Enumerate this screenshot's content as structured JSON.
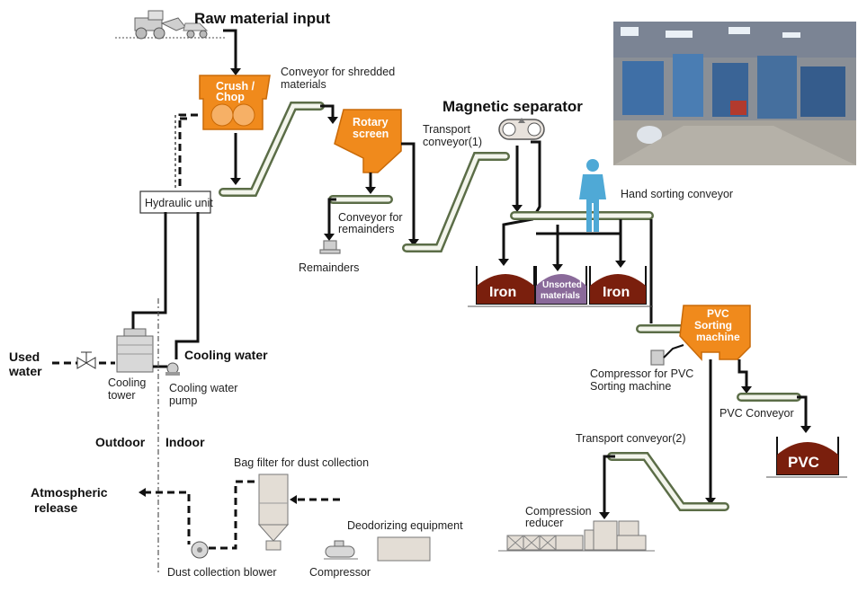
{
  "labels": {
    "raw_material_input": "Raw material input",
    "crush_chop": [
      "Crush /",
      "Chop"
    ],
    "conveyor_shredded": [
      "Conveyor for shredded",
      "materials"
    ],
    "rotary_screen": [
      "Rotary",
      "screen"
    ],
    "magnetic_separator": "Magnetic separator",
    "transport_conveyor_1": [
      "Transport",
      "conveyor(1)"
    ],
    "hand_sorting_conveyor": "Hand sorting conveyor",
    "hydraulic_unit": "Hydraulic unit",
    "conveyor_remainders": [
      "Conveyor for",
      "remainders"
    ],
    "remainders": "Remainders",
    "iron": "Iron",
    "unsorted_materials": [
      "Unsorted",
      "materials"
    ],
    "pvc_sorting_machine": [
      "PVC",
      "Sorting",
      "machine"
    ],
    "compressor_pvc": [
      "Compressor for PVC",
      "Sorting machine"
    ],
    "pvc_conveyor": "PVC Conveyor",
    "pvc": "PVC",
    "transport_conveyor_2": "Transport conveyor(2)",
    "compression_reducer": [
      "Compression",
      "reducer"
    ],
    "used_water": [
      "Used",
      "water"
    ],
    "cooling_tower": [
      "Cooling",
      "tower"
    ],
    "cooling_water": "Cooling water",
    "cooling_water_pump": [
      "Cooling water",
      "pump"
    ],
    "outdoor": "Outdoor",
    "indoor": "Indoor",
    "atmospheric_release": [
      "Atmospheric",
      "release"
    ],
    "bag_filter": "Bag filter for dust collection",
    "deodorizing_equipment": "Deodorizing equipment",
    "dust_collection_blower": "Dust collection blower",
    "compressor": "Compressor"
  },
  "colors": {
    "machine_orange": "#f08a1c",
    "pile_brown": "#7a1f0d",
    "unsorted_purple": "#8a6a9a",
    "belt_green": "#5b6d47",
    "person_blue": "#4fa9d6"
  },
  "icons": [
    "front-loader-icon",
    "person-icon",
    "factory-photo"
  ]
}
